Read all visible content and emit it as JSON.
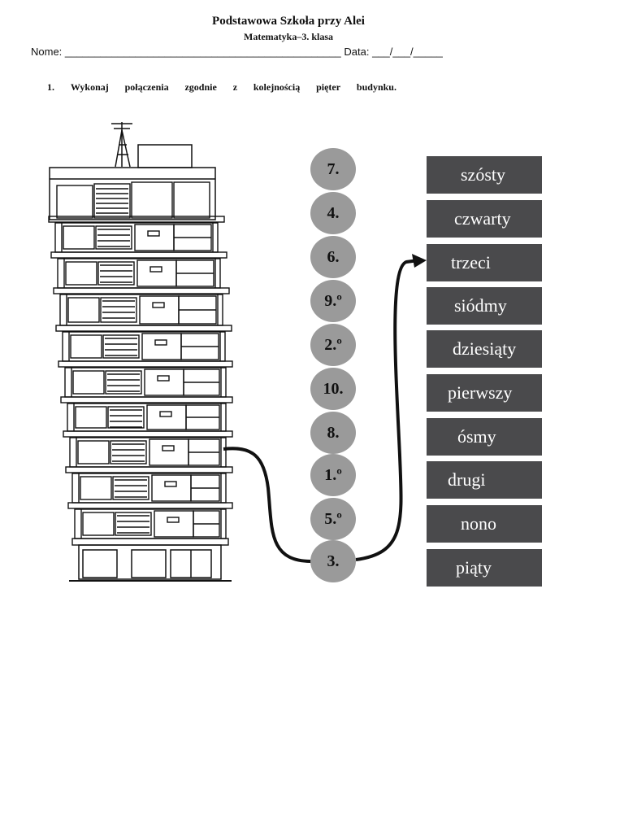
{
  "header": {
    "school": "Podstawowa Szkoła przy Alei",
    "subject": "Matematyka–3. klasa",
    "name_label": "Nome:",
    "name_blank": "_______________________________________________",
    "date_label": "Data:",
    "date_blank": "___/___/_____"
  },
  "task": {
    "number": "1.",
    "words": [
      "Wykonaj",
      "połączenia",
      "zgodnie",
      "z",
      "kolejnością",
      "pięter",
      "budynku."
    ]
  },
  "ordinals": [
    "7.",
    "4.",
    "6.",
    "9.º",
    "2.º",
    "10.",
    "8.",
    "1.º",
    "5.º",
    "3."
  ],
  "words": [
    "szósty",
    "czwarty",
    "trzeci",
    "siódmy",
    "dziesiąty",
    "pierwszy",
    "ósmy",
    "drugi",
    "nono",
    "piąty"
  ],
  "colors": {
    "circle": "#9a9a9a",
    "box": "#4a4a4c",
    "box_text": "#ffffff",
    "line": "#111111"
  }
}
